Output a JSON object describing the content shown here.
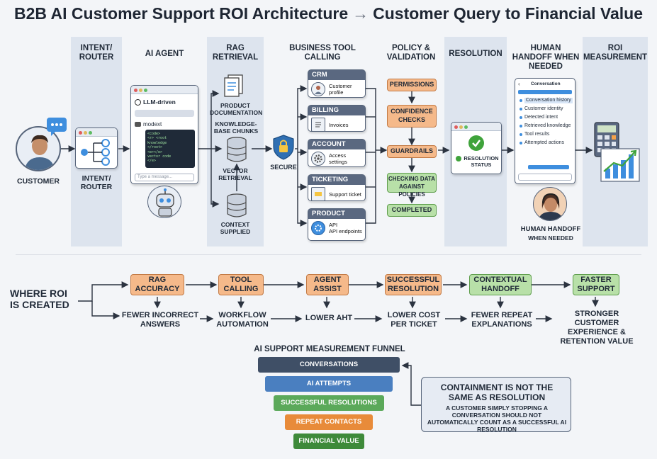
{
  "title": {
    "main": "B2B AI Customer Support ROI Architecture",
    "arrow": "→",
    "sub": "Customer Query to Financial Value"
  },
  "columns": {
    "intent": "Intent/ Router",
    "agent": "AI Agent",
    "rag": "RAG Retrieval",
    "tools": "Business Tool Calling",
    "policy": "Policy & Validation",
    "resolution": "Resolution",
    "handoff": "Human Handoff When Needed",
    "roi": "ROI Measurement"
  },
  "customer": {
    "label": "Customer"
  },
  "intent": {
    "label": "Intent/ Router"
  },
  "agent": {
    "llm": "LLM-driven",
    "model": "modext",
    "code": [
      "<code>",
      "  <r> <root",
      "  knowledge",
      "  </root>",
      "  <e></e>",
      "  vector code",
      "  </e>"
    ],
    "input_placeholder": "Type a message..."
  },
  "rag": {
    "docs": "Product Documentation",
    "kb": "Knowledge-Base Chunks",
    "vector": "Vector Retrieval",
    "context": "Context Supplied"
  },
  "secure": {
    "label": "Secure"
  },
  "tools": [
    {
      "head": "CRM",
      "body": "Customer profile"
    },
    {
      "head": "Billing",
      "body": "Invoices"
    },
    {
      "head": "Account",
      "body": "Access settings"
    },
    {
      "head": "Ticketing",
      "body": "Support ticket"
    },
    {
      "head": "Product",
      "body": "API\nAPI endpoints"
    }
  ],
  "policy": {
    "permissions": "Permissions",
    "confidence": "Confidence Checks",
    "guardrails": "Guardrails",
    "checking": "Checking Data Against Policies",
    "completed": "Completed"
  },
  "resolution": {
    "status": "Resolution Status"
  },
  "handoff": {
    "header": "Conversation",
    "items": [
      "Conversation history",
      "Customer identity",
      "Detected intent",
      "Retrieved knowledge",
      "Tool results",
      "Attempted actions"
    ],
    "label": "Human Handoff",
    "sublabel": "When Needed"
  },
  "roi_section": {
    "title": "Where ROI Is Created",
    "drivers": [
      "RAG Accuracy",
      "Tool Calling",
      "Agent Assist",
      "Successful Resolution",
      "Contextual Handoff",
      "Faster Support"
    ],
    "outcomes": [
      "Fewer Incorrect Answers",
      "Workflow Automation",
      "Lower AHT",
      "Lower Cost Per Ticket",
      "Fewer Repeat Explanations",
      "Stronger Customer Experience & Retention Value"
    ]
  },
  "funnel": {
    "title": "AI Support Measurement Funnel",
    "stages": [
      "Conversations",
      "AI Attempts",
      "Successful Resolutions",
      "Repeat Contacts",
      "Financial Value"
    ]
  },
  "callout": {
    "title": "Containment is not the same as resolution",
    "body": "A customer simply stopping a conversation should not automatically count as a successful AI resolution"
  },
  "colors": {
    "band": "#dde4ee",
    "orange": "#f5b98a",
    "green": "#b8e0a8",
    "navy": "#3f4f66",
    "blue": "#4a7fc0",
    "funnel_green": "#5ba95a",
    "funnel_orange": "#e88b3a",
    "funnel_dark_green": "#3e8a3a"
  }
}
